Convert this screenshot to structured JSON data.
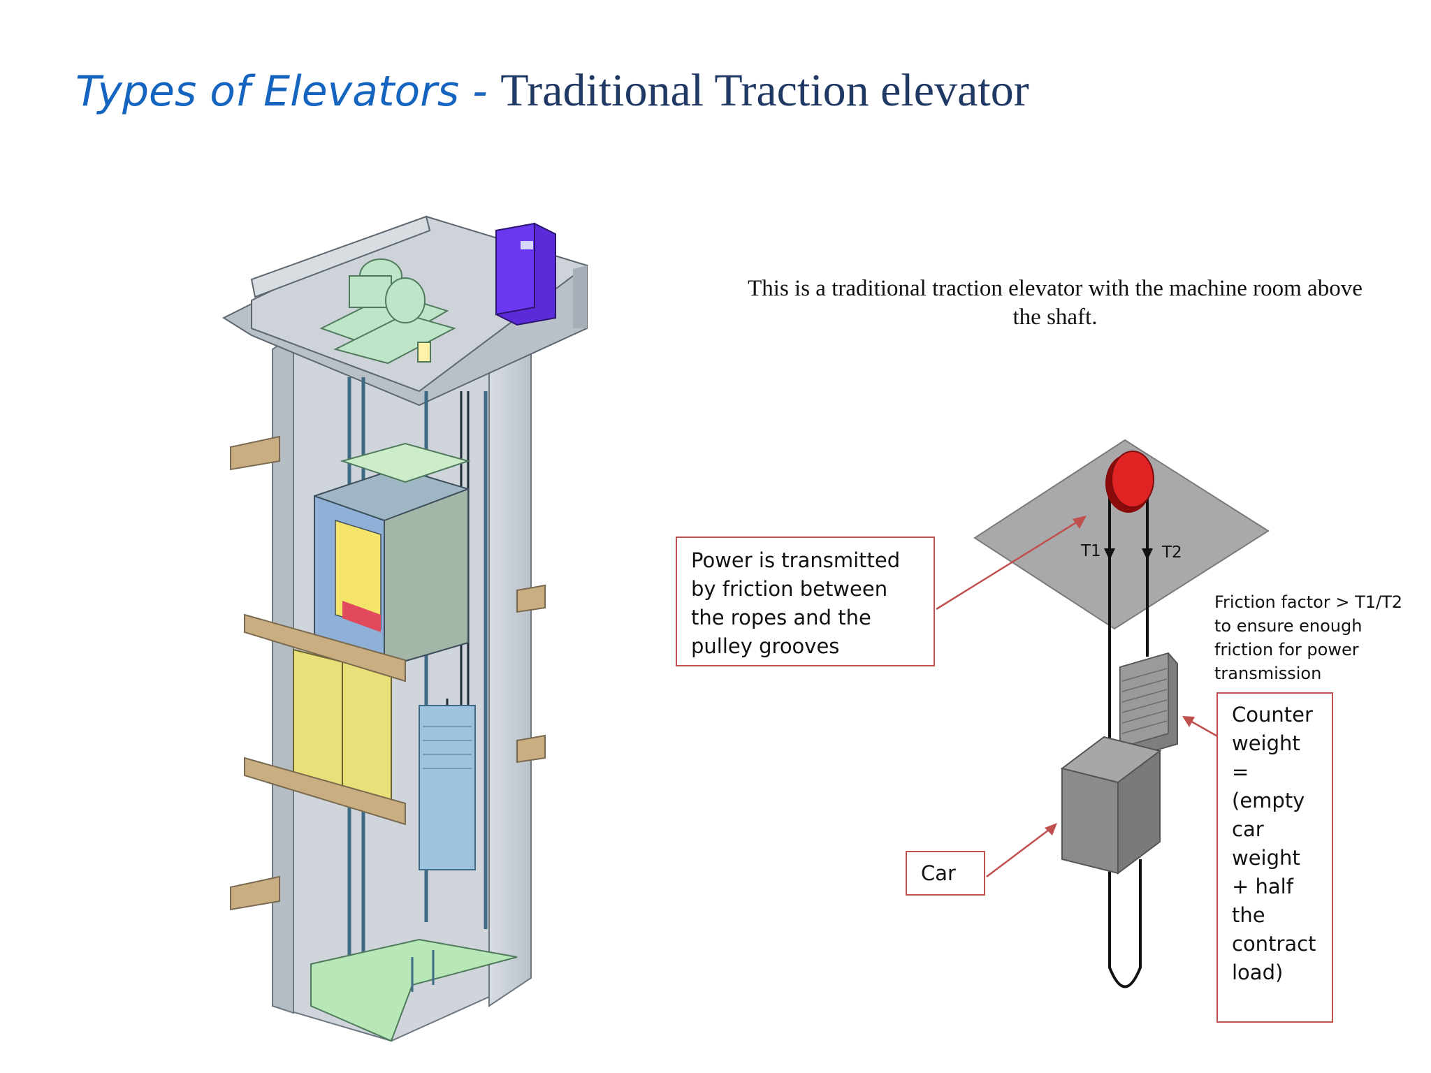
{
  "title": {
    "italic": "Types of Elevators -",
    "main": "Traditional Traction elevator"
  },
  "description": "This is a traditional traction elevator with the machine room above the shaft.",
  "callouts": {
    "friction": "Power is transmitted by friction between the ropes and the pulley grooves",
    "car": "Car",
    "counterweight": "Counter weight = (empty car weight + half the contract load)"
  },
  "friction_note": "Friction factor > T1/T2 to ensure enough friction for power transmission",
  "tension_labels": {
    "t1": "T1",
    "t2": "T2"
  },
  "colors": {
    "title_italic": "#1565c0",
    "title_main": "#1f3864",
    "callout_border": "#c0504d",
    "sheave": "#e02424"
  }
}
